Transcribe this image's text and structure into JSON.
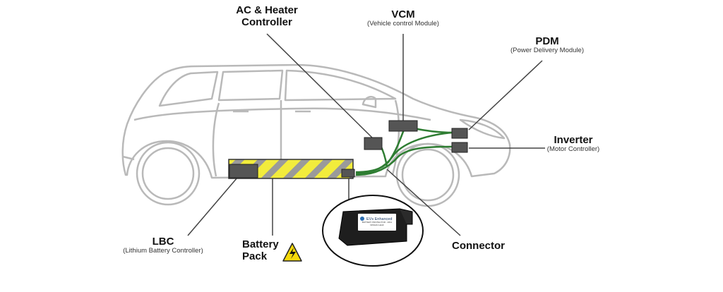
{
  "labels": {
    "ac_heater": {
      "title_line1": "AC & Heater",
      "title_line2": "Controller"
    },
    "vcm": {
      "title": "VCM",
      "subtitle": "(Vehicle control Module)"
    },
    "pdm": {
      "title": "PDM",
      "subtitle": "(Power Delivery Module)"
    },
    "inverter": {
      "title": "Inverter",
      "subtitle": "(Motor Controller)"
    },
    "lbc": {
      "title": "LBC",
      "subtitle": "(Lithium Battery Controller)"
    },
    "battery": {
      "title_line1": "Battery",
      "title_line2": "Pack"
    },
    "connector": {
      "title": "Connector"
    }
  },
  "device": {
    "brand": "EVs Enhanced",
    "caption": "BATTERY PROTECTOR - 2011 NISSAN LEAF"
  },
  "colors": {
    "car_outline": "#b9b9b9",
    "module": "#555555",
    "cable": "#2e7d32",
    "battery_yellow": "#f2ec3c",
    "battery_stripe": "#9a9a9a",
    "warning_yellow": "#f5d90a"
  },
  "icons": {
    "warning": "high-voltage-warning-icon"
  }
}
